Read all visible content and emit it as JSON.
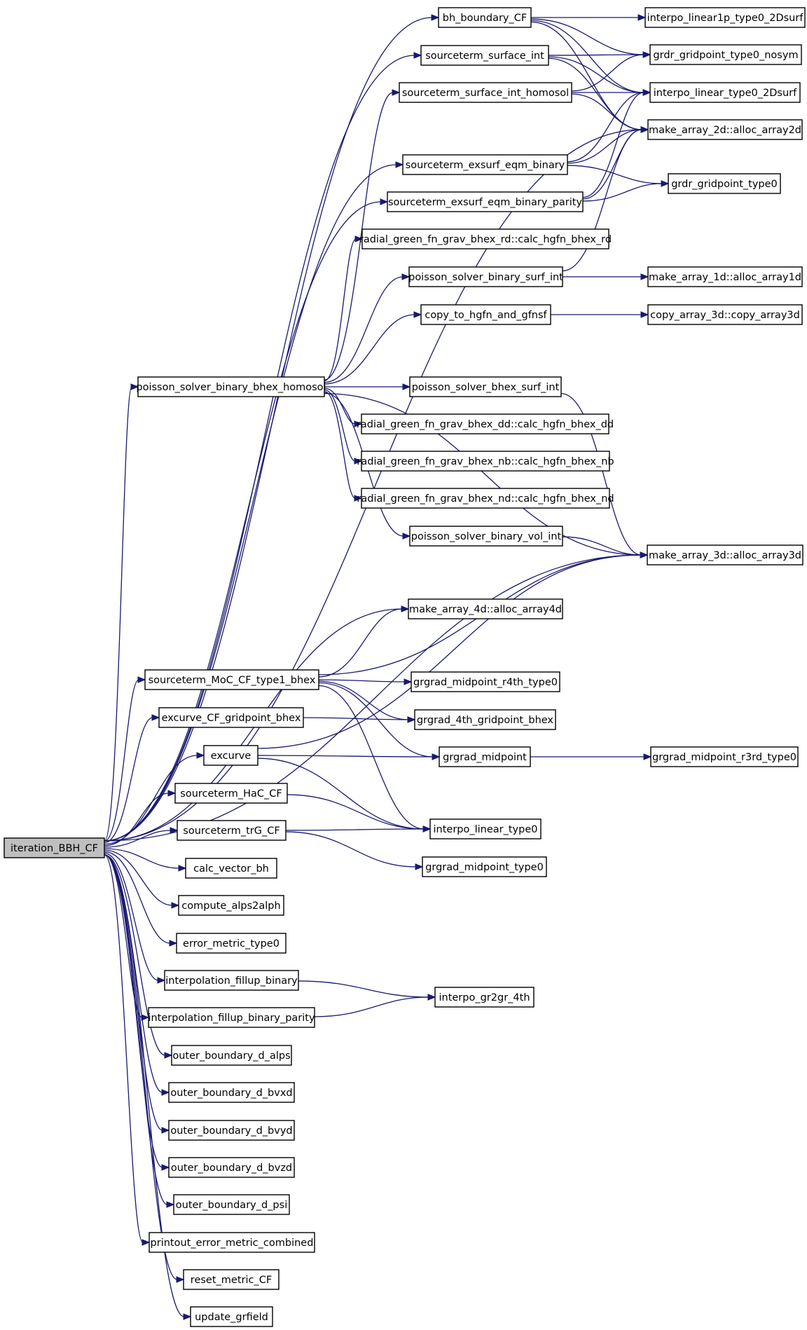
{
  "graph": {
    "root": "iteration_BBH_CF",
    "nodes": [
      {
        "id": "iteration_BBH_CF",
        "label": "iteration_BBH_CF",
        "root": true
      },
      {
        "id": "bh_boundary_CF",
        "label": "bh_boundary_CF"
      },
      {
        "id": "sourceterm_surface_int",
        "label": "sourceterm_surface_int"
      },
      {
        "id": "sourceterm_surface_int_homosol",
        "label": "sourceterm_surface_int_homosol"
      },
      {
        "id": "sourceterm_exsurf_eqm_binary",
        "label": "sourceterm_exsurf_eqm_binary"
      },
      {
        "id": "sourceterm_exsurf_eqm_binary_parity",
        "label": "sourceterm_exsurf_eqm_binary_parity"
      },
      {
        "id": "radial_green_fn_grav_bhex_rd",
        "label": "radial_green_fn_grav_bhex_rd::calc_hgfn_bhex_rd"
      },
      {
        "id": "poisson_solver_binary_surf_int",
        "label": "poisson_solver_binary_surf_int"
      },
      {
        "id": "copy_to_hgfn_and_gfnsf",
        "label": "copy_to_hgfn_and_gfnsf"
      },
      {
        "id": "poisson_solver_binary_bhex_homosol",
        "label": "poisson_solver_binary_bhex_homosol"
      },
      {
        "id": "poisson_solver_bhex_surf_int",
        "label": "poisson_solver_bhex_surf_int"
      },
      {
        "id": "radial_green_fn_grav_bhex_dd",
        "label": "radial_green_fn_grav_bhex_dd::calc_hgfn_bhex_dd"
      },
      {
        "id": "radial_green_fn_grav_bhex_nb",
        "label": "radial_green_fn_grav_bhex_nb::calc_hgfn_bhex_nb"
      },
      {
        "id": "radial_green_fn_grav_bhex_nd",
        "label": "radial_green_fn_grav_bhex_nd::calc_hgfn_bhex_nd"
      },
      {
        "id": "poisson_solver_binary_vol_int",
        "label": "poisson_solver_binary_vol_int"
      },
      {
        "id": "make_array_4d",
        "label": "make_array_4d::alloc_array4d"
      },
      {
        "id": "sourceterm_MoC_CF_type1_bhex",
        "label": "sourceterm_MoC_CF_type1_bhex"
      },
      {
        "id": "excurve_CF_gridpoint_bhex",
        "label": "excurve_CF_gridpoint_bhex"
      },
      {
        "id": "excurve",
        "label": "excurve"
      },
      {
        "id": "sourceterm_HaC_CF",
        "label": "sourceterm_HaC_CF"
      },
      {
        "id": "sourceterm_trG_CF",
        "label": "sourceterm_trG_CF"
      },
      {
        "id": "calc_vector_bh",
        "label": "calc_vector_bh"
      },
      {
        "id": "compute_alps2alph",
        "label": "compute_alps2alph"
      },
      {
        "id": "error_metric_type0",
        "label": "error_metric_type0"
      },
      {
        "id": "interpolation_fillup_binary",
        "label": "interpolation_fillup_binary"
      },
      {
        "id": "interpolation_fillup_binary_parity",
        "label": "interpolation_fillup_binary_parity"
      },
      {
        "id": "outer_boundary_d_alps",
        "label": "outer_boundary_d_alps"
      },
      {
        "id": "outer_boundary_d_bvxd",
        "label": "outer_boundary_d_bvxd"
      },
      {
        "id": "outer_boundary_d_bvyd",
        "label": "outer_boundary_d_bvyd"
      },
      {
        "id": "outer_boundary_d_bvzd",
        "label": "outer_boundary_d_bvzd"
      },
      {
        "id": "outer_boundary_d_psi",
        "label": "outer_boundary_d_psi"
      },
      {
        "id": "printout_error_metric_combined",
        "label": "printout_error_metric_combined"
      },
      {
        "id": "reset_metric_CF",
        "label": "reset_metric_CF"
      },
      {
        "id": "update_grfield",
        "label": "update_grfield"
      },
      {
        "id": "interpo_linear1p_type0_2Dsurf",
        "label": "interpo_linear1p_type0_2Dsurf"
      },
      {
        "id": "grdr_gridpoint_type0_nosym",
        "label": "grdr_gridpoint_type0_nosym"
      },
      {
        "id": "interpo_linear_type0_2Dsurf",
        "label": "interpo_linear_type0_2Dsurf"
      },
      {
        "id": "make_array_2d",
        "label": "make_array_2d::alloc_array2d"
      },
      {
        "id": "grdr_gridpoint_type0",
        "label": "grdr_gridpoint_type0"
      },
      {
        "id": "make_array_1d",
        "label": "make_array_1d::alloc_array1d"
      },
      {
        "id": "copy_array_3d",
        "label": "copy_array_3d::copy_array3d"
      },
      {
        "id": "make_array_3d",
        "label": "make_array_3d::alloc_array3d"
      },
      {
        "id": "grgrad_midpoint_r4th_type0",
        "label": "grgrad_midpoint_r4th_type0"
      },
      {
        "id": "grgrad_4th_gridpoint_bhex",
        "label": "grgrad_4th_gridpoint_bhex"
      },
      {
        "id": "grgrad_midpoint",
        "label": "grgrad_midpoint"
      },
      {
        "id": "grgrad_midpoint_r3rd_type0",
        "label": "grgrad_midpoint_r3rd_type0"
      },
      {
        "id": "interpo_linear_type0",
        "label": "interpo_linear_type0"
      },
      {
        "id": "grgrad_midpoint_type0",
        "label": "grgrad_midpoint_type0"
      },
      {
        "id": "interpo_gr2gr_4th",
        "label": "interpo_gr2gr_4th"
      }
    ],
    "edges": [
      [
        "iteration_BBH_CF",
        "bh_boundary_CF"
      ],
      [
        "iteration_BBH_CF",
        "sourceterm_surface_int"
      ],
      [
        "iteration_BBH_CF",
        "make_array_2d"
      ],
      [
        "iteration_BBH_CF",
        "sourceterm_exsurf_eqm_binary"
      ],
      [
        "iteration_BBH_CF",
        "sourceterm_exsurf_eqm_binary_parity"
      ],
      [
        "iteration_BBH_CF",
        "poisson_solver_binary_bhex_homosol"
      ],
      [
        "iteration_BBH_CF",
        "make_array_3d"
      ],
      [
        "iteration_BBH_CF",
        "make_array_4d"
      ],
      [
        "iteration_BBH_CF",
        "sourceterm_MoC_CF_type1_bhex"
      ],
      [
        "iteration_BBH_CF",
        "excurve_CF_gridpoint_bhex"
      ],
      [
        "iteration_BBH_CF",
        "excurve"
      ],
      [
        "iteration_BBH_CF",
        "sourceterm_HaC_CF"
      ],
      [
        "iteration_BBH_CF",
        "sourceterm_trG_CF"
      ],
      [
        "iteration_BBH_CF",
        "calc_vector_bh"
      ],
      [
        "iteration_BBH_CF",
        "compute_alps2alph"
      ],
      [
        "iteration_BBH_CF",
        "error_metric_type0"
      ],
      [
        "iteration_BBH_CF",
        "interpolation_fillup_binary"
      ],
      [
        "iteration_BBH_CF",
        "interpolation_fillup_binary_parity"
      ],
      [
        "iteration_BBH_CF",
        "outer_boundary_d_alps"
      ],
      [
        "iteration_BBH_CF",
        "outer_boundary_d_bvxd"
      ],
      [
        "iteration_BBH_CF",
        "outer_boundary_d_bvyd"
      ],
      [
        "iteration_BBH_CF",
        "outer_boundary_d_bvzd"
      ],
      [
        "iteration_BBH_CF",
        "outer_boundary_d_psi"
      ],
      [
        "iteration_BBH_CF",
        "printout_error_metric_combined"
      ],
      [
        "iteration_BBH_CF",
        "reset_metric_CF"
      ],
      [
        "iteration_BBH_CF",
        "update_grfield"
      ],
      [
        "bh_boundary_CF",
        "interpo_linear1p_type0_2Dsurf"
      ],
      [
        "bh_boundary_CF",
        "grdr_gridpoint_type0_nosym"
      ],
      [
        "bh_boundary_CF",
        "interpo_linear_type0_2Dsurf"
      ],
      [
        "bh_boundary_CF",
        "make_array_2d"
      ],
      [
        "sourceterm_surface_int",
        "grdr_gridpoint_type0_nosym"
      ],
      [
        "sourceterm_surface_int",
        "interpo_linear_type0_2Dsurf"
      ],
      [
        "sourceterm_surface_int",
        "make_array_2d"
      ],
      [
        "sourceterm_surface_int_homosol",
        "grdr_gridpoint_type0_nosym"
      ],
      [
        "sourceterm_surface_int_homosol",
        "interpo_linear_type0_2Dsurf"
      ],
      [
        "sourceterm_surface_int_homosol",
        "make_array_2d"
      ],
      [
        "sourceterm_exsurf_eqm_binary",
        "interpo_linear_type0_2Dsurf"
      ],
      [
        "sourceterm_exsurf_eqm_binary",
        "make_array_2d"
      ],
      [
        "sourceterm_exsurf_eqm_binary",
        "grdr_gridpoint_type0"
      ],
      [
        "sourceterm_exsurf_eqm_binary_parity",
        "interpo_linear_type0_2Dsurf"
      ],
      [
        "sourceterm_exsurf_eqm_binary_parity",
        "make_array_2d"
      ],
      [
        "sourceterm_exsurf_eqm_binary_parity",
        "grdr_gridpoint_type0"
      ],
      [
        "poisson_solver_binary_surf_int",
        "make_array_2d"
      ],
      [
        "poisson_solver_binary_surf_int",
        "make_array_1d"
      ],
      [
        "copy_to_hgfn_and_gfnsf",
        "copy_array_3d"
      ],
      [
        "poisson_solver_binary_bhex_homosol",
        "sourceterm_surface_int_homosol"
      ],
      [
        "poisson_solver_binary_bhex_homosol",
        "radial_green_fn_grav_bhex_rd"
      ],
      [
        "poisson_solver_binary_bhex_homosol",
        "poisson_solver_binary_surf_int"
      ],
      [
        "poisson_solver_binary_bhex_homosol",
        "copy_to_hgfn_and_gfnsf"
      ],
      [
        "poisson_solver_binary_bhex_homosol",
        "make_array_3d"
      ],
      [
        "poisson_solver_binary_bhex_homosol",
        "poisson_solver_bhex_surf_int"
      ],
      [
        "poisson_solver_binary_bhex_homosol",
        "radial_green_fn_grav_bhex_dd"
      ],
      [
        "poisson_solver_binary_bhex_homosol",
        "radial_green_fn_grav_bhex_nb"
      ],
      [
        "poisson_solver_binary_bhex_homosol",
        "radial_green_fn_grav_bhex_nd"
      ],
      [
        "poisson_solver_binary_bhex_homosol",
        "poisson_solver_binary_vol_int"
      ],
      [
        "poisson_solver_bhex_surf_int",
        "make_array_3d"
      ],
      [
        "poisson_solver_binary_vol_int",
        "make_array_3d"
      ],
      [
        "sourceterm_MoC_CF_type1_bhex",
        "make_array_4d"
      ],
      [
        "sourceterm_MoC_CF_type1_bhex",
        "make_array_3d"
      ],
      [
        "sourceterm_MoC_CF_type1_bhex",
        "grgrad_midpoint_r4th_type0"
      ],
      [
        "sourceterm_MoC_CF_type1_bhex",
        "grgrad_4th_gridpoint_bhex"
      ],
      [
        "sourceterm_MoC_CF_type1_bhex",
        "grgrad_midpoint"
      ],
      [
        "sourceterm_MoC_CF_type1_bhex",
        "interpo_linear_type0"
      ],
      [
        "excurve_CF_gridpoint_bhex",
        "grgrad_4th_gridpoint_bhex"
      ],
      [
        "excurve",
        "grgrad_midpoint"
      ],
      [
        "excurve",
        "make_array_3d"
      ],
      [
        "excurve",
        "interpo_linear_type0"
      ],
      [
        "grgrad_midpoint",
        "grgrad_midpoint_r3rd_type0"
      ],
      [
        "sourceterm_HaC_CF",
        "interpo_linear_type0"
      ],
      [
        "sourceterm_trG_CF",
        "interpo_linear_type0"
      ],
      [
        "sourceterm_trG_CF",
        "grgrad_midpoint_type0"
      ],
      [
        "interpolation_fillup_binary",
        "interpo_gr2gr_4th"
      ],
      [
        "interpolation_fillup_binary_parity",
        "interpo_gr2gr_4th"
      ]
    ]
  }
}
